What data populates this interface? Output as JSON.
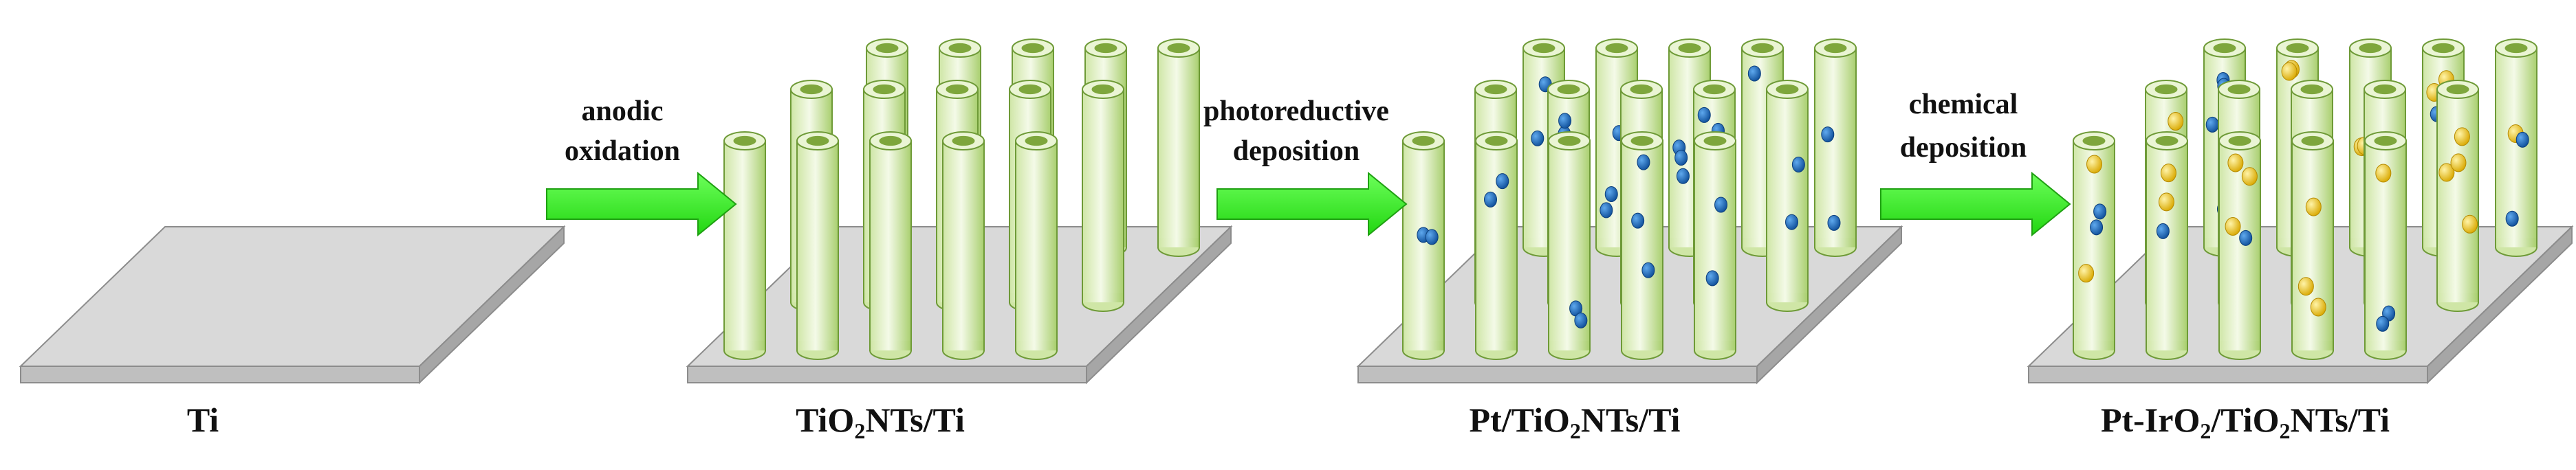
{
  "diagram": {
    "stages": [
      {
        "label": "Ti",
        "label_parts": [
          {
            "t": "Ti",
            "sub": false
          }
        ],
        "tubes": false,
        "particles": "none"
      },
      {
        "label": "TiO2NTs/Ti",
        "label_parts": [
          {
            "t": "TiO",
            "sub": false
          },
          {
            "t": "2",
            "sub": true
          },
          {
            "t": "NTs/Ti",
            "sub": false
          }
        ],
        "tubes": true,
        "particles": "none"
      },
      {
        "label": "Pt/TiO2NTs/Ti",
        "label_parts": [
          {
            "t": "Pt/TiO",
            "sub": false
          },
          {
            "t": "2",
            "sub": true
          },
          {
            "t": "NTs/Ti",
            "sub": false
          }
        ],
        "tubes": true,
        "particles": "pt"
      },
      {
        "label": "Pt-IrO2/TiO2NTs/Ti",
        "label_parts": [
          {
            "t": "Pt-IrO",
            "sub": false
          },
          {
            "t": "2",
            "sub": true
          },
          {
            "t": "/TiO",
            "sub": false
          },
          {
            "t": "2",
            "sub": true
          },
          {
            "t": "NTs/Ti",
            "sub": false
          }
        ],
        "tubes": true,
        "particles": "pt-iro2"
      }
    ],
    "steps": [
      {
        "lines": [
          "anodic",
          "oxidation"
        ]
      },
      {
        "lines": [
          "photoreductive",
          "deposition"
        ]
      },
      {
        "lines": [
          "chemical",
          "deposition"
        ]
      }
    ],
    "colors": {
      "substrate_top": "#d9d9d9",
      "substrate_side": "#bfbfbf",
      "substrate_stroke": "#8c8c8c",
      "tube_light": "#eaf5d4",
      "tube_mid": "#cfe6a6",
      "tube_dark": "#9cc55e",
      "tube_stroke": "#6e9a37",
      "tube_hole": "#7ea63c",
      "arrow": "#33ee22",
      "arrow_stroke": "#1fa012",
      "pt": "#1f6fc2",
      "iro2": "#f1cc1c"
    }
  }
}
